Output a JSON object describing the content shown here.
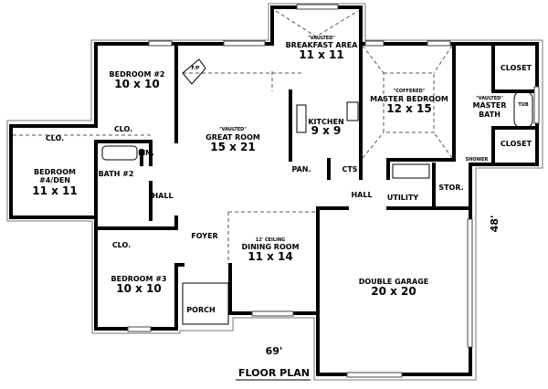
{
  "title": "FLOOR PLAN",
  "overall_width": "69'",
  "overall_depth": "48'",
  "rooms": {
    "bedroom2": {
      "name": "BEDROOM #2",
      "size": "10 x 10"
    },
    "great_room": {
      "note": "\"VAULTED\"",
      "name": "GREAT ROOM",
      "size": "15 x 21"
    },
    "fireplace": {
      "name": "F/P"
    },
    "breakfast": {
      "note": "\"VAULTED\"",
      "name": "BREAKFAST AREA",
      "size": "11 x 11"
    },
    "kitchen": {
      "name": "KITCHEN",
      "size": "9 x 9"
    },
    "master_bedroom": {
      "note": "\"COFFERED\"",
      "name": "MASTER BEDROOM",
      "size": "12 x 15"
    },
    "master_bath": {
      "note": "\"VAULTED\"",
      "name1": "MASTER",
      "name2": "BATH"
    },
    "closet_top": {
      "name": "CLOSET"
    },
    "closet_bottom": {
      "name": "CLOSET"
    },
    "tub": {
      "name": "TUB"
    },
    "shower": {
      "name": "SHOWER"
    },
    "bedroom4": {
      "name1": "BEDROOM",
      "name2": "#4/DEN",
      "size": "11 x 11"
    },
    "clo_bed4": {
      "name": "CLO."
    },
    "clo_bed2": {
      "name": "CLO."
    },
    "linen": {
      "name": "LIN."
    },
    "bath2": {
      "name": "BATH #2"
    },
    "hall_left": {
      "name": "HALL"
    },
    "hall_right": {
      "name": "HALL"
    },
    "pantry": {
      "name": "PAN."
    },
    "cts": {
      "name": "CTS"
    },
    "utility": {
      "name": "UTILITY"
    },
    "storage": {
      "name": "STOR."
    },
    "foyer": {
      "name": "FOYER"
    },
    "dining": {
      "note": "12' CEILING",
      "name": "DINING ROOM",
      "size": "11 x 14"
    },
    "bedroom3": {
      "name": "BEDROOM #3",
      "size": "10 x 10"
    },
    "clo_bed3": {
      "name": "CLO."
    },
    "porch": {
      "name": "PORCH"
    },
    "garage": {
      "name": "DOUBLE GARAGE",
      "size": "20 x 20"
    }
  }
}
